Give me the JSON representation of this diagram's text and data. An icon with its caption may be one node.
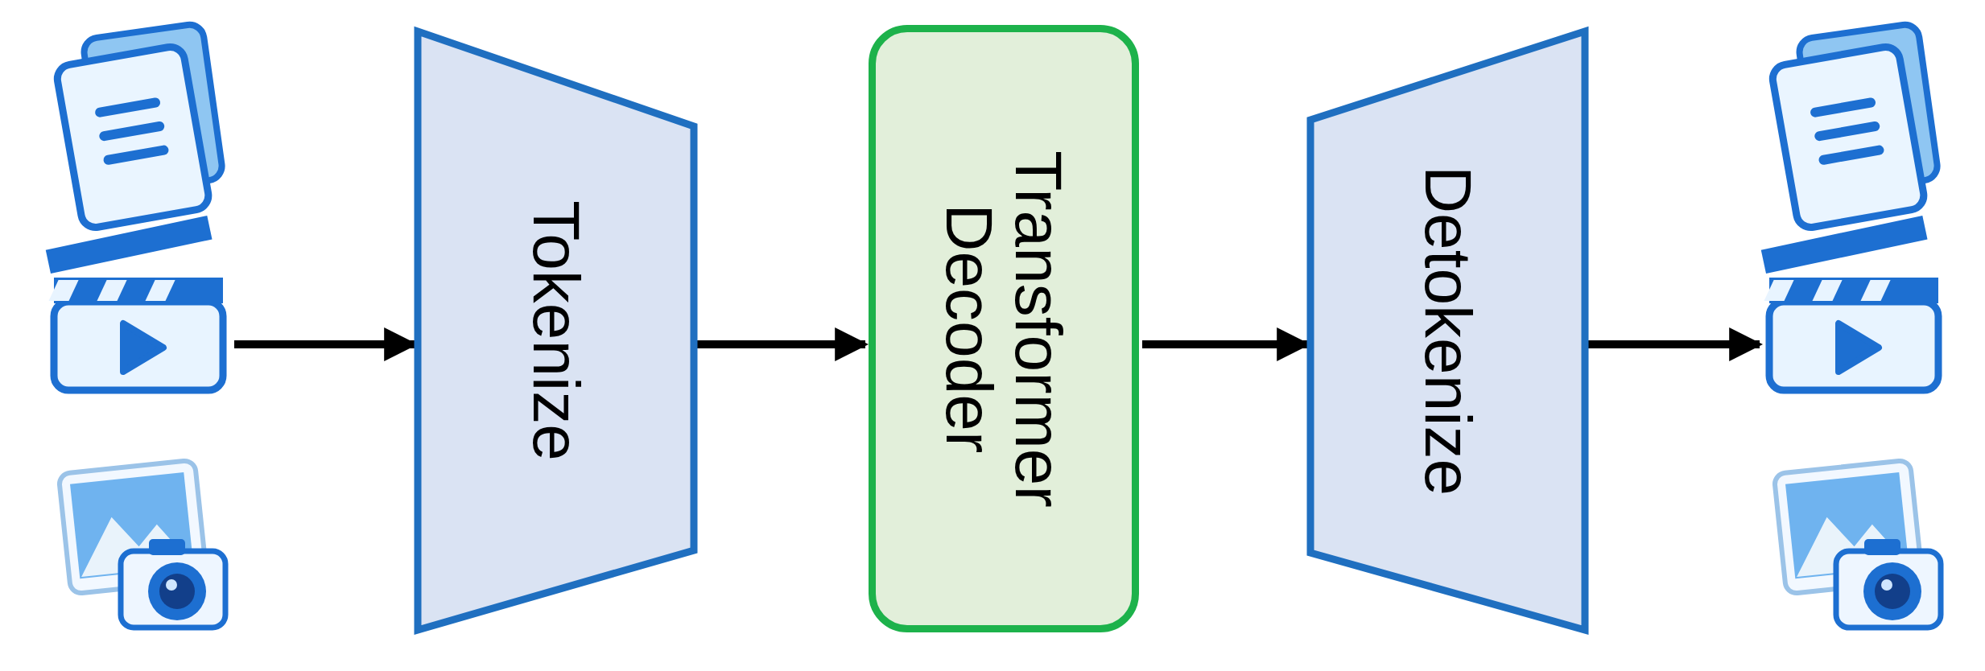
{
  "diagram": {
    "nodes": [
      {
        "text": [],
        "shape": "picture"
      },
      {
        "text": [],
        "shape": "picture"
      },
      {
        "text": [],
        "shape": "picture"
      },
      {
        "text": [
          "Tokenize"
        ]
      },
      {
        "text": [
          "Transformer Decoder"
        ]
      },
      {
        "text": [
          "Detokenize"
        ]
      },
      {
        "text": [],
        "shape": "picture"
      },
      {
        "text": [],
        "shape": "picture"
      },
      {
        "text": [],
        "shape": "picture"
      }
    ],
    "edges": [
      {
        "from": 1,
        "to": 3,
        "arrow": "to"
      },
      {
        "from": 3,
        "to": 4,
        "arrow": "to"
      },
      {
        "from": 4,
        "to": 5,
        "arrow": "to"
      },
      {
        "from": 5,
        "to": 7,
        "arrow": "to"
      }
    ]
  }
}
